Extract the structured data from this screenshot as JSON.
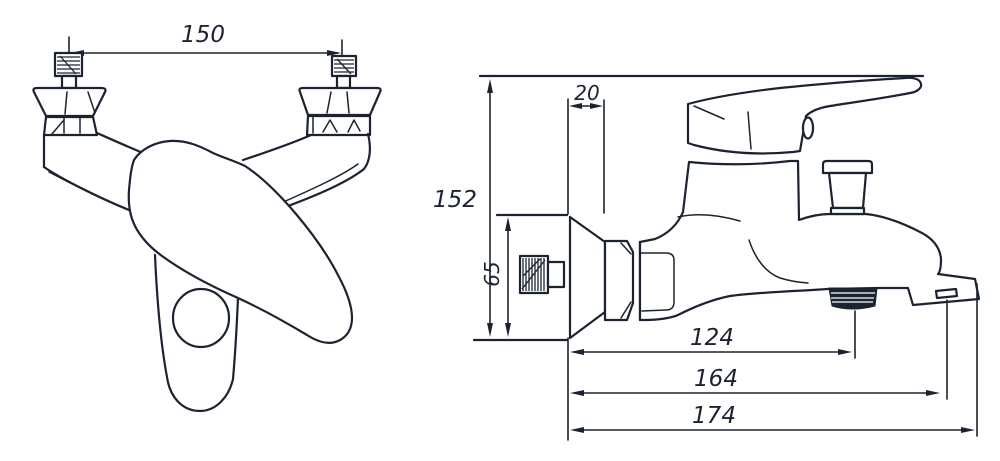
{
  "drawing_type": "bath mixer faucet dimensional diagram",
  "colors": {
    "line": "#1c2330",
    "background": "#ffffff"
  },
  "dimensions": {
    "connector_spacing": "150",
    "escutcheon_depth": "20",
    "overall_height": "152",
    "outlet_height": "65",
    "outlet_reach": "124",
    "diverter_reach": "164",
    "overall_reach": "174"
  }
}
